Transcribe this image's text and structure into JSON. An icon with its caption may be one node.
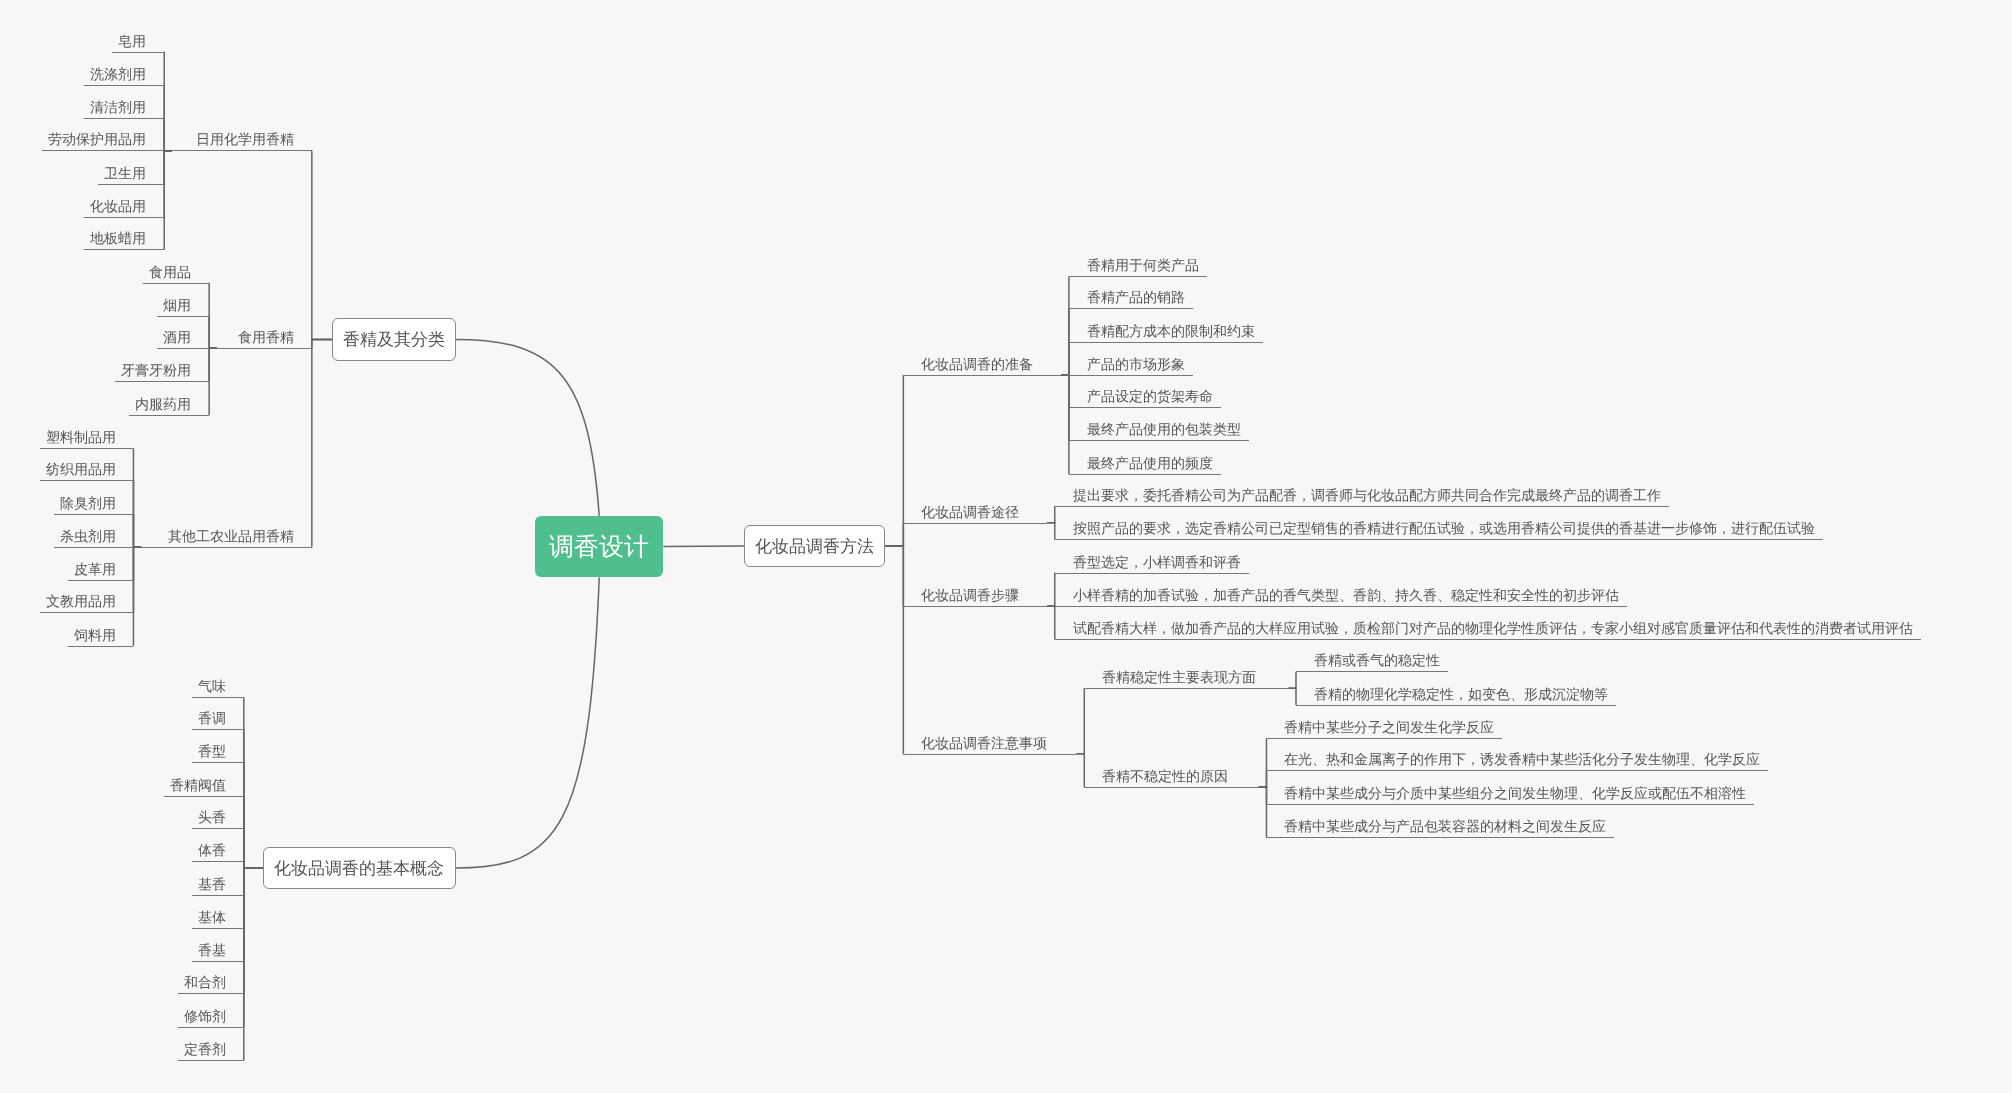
{
  "diagram": {
    "nodes": [
      {
        "text": [
          "调香设计"
        ]
      },
      {
        "text": [
          "香精及其分类"
        ]
      },
      {
        "text": [
          "日用化学用香精"
        ]
      },
      {
        "text": [
          "皂用"
        ]
      },
      {
        "text": [
          "洗涤剂用"
        ]
      },
      {
        "text": [
          "清洁剂用"
        ]
      },
      {
        "text": [
          "劳动保护用品用"
        ]
      },
      {
        "text": [
          "卫生用"
        ]
      },
      {
        "text": [
          "化妆品用"
        ]
      },
      {
        "text": [
          "地板蜡用"
        ]
      },
      {
        "text": [
          "食用香精"
        ]
      },
      {
        "text": [
          "食用品"
        ]
      },
      {
        "text": [
          "烟用"
        ]
      },
      {
        "text": [
          "酒用"
        ]
      },
      {
        "text": [
          "牙膏牙粉用"
        ]
      },
      {
        "text": [
          "内服药用"
        ]
      },
      {
        "text": [
          "其他工农业品用香精"
        ]
      },
      {
        "text": [
          "塑料制品用"
        ]
      },
      {
        "text": [
          "纺织用品用"
        ]
      },
      {
        "text": [
          "除臭剂用"
        ]
      },
      {
        "text": [
          "杀虫剂用"
        ]
      },
      {
        "text": [
          "皮革用"
        ]
      },
      {
        "text": [
          "文教用品用"
        ]
      },
      {
        "text": [
          "饲料用"
        ]
      },
      {
        "text": [
          "化妆品调香的基本概念"
        ]
      },
      {
        "text": [
          "气味"
        ]
      },
      {
        "text": [
          "香调"
        ]
      },
      {
        "text": [
          "香型"
        ]
      },
      {
        "text": [
          "香精阀值"
        ]
      },
      {
        "text": [
          "头香"
        ]
      },
      {
        "text": [
          "体香"
        ]
      },
      {
        "text": [
          "基香"
        ]
      },
      {
        "text": [
          "基体"
        ]
      },
      {
        "text": [
          "香基"
        ]
      },
      {
        "text": [
          "和合剂"
        ]
      },
      {
        "text": [
          "修饰剂"
        ]
      },
      {
        "text": [
          "定香剂"
        ]
      },
      {
        "text": [
          "化妆品调香方法"
        ]
      },
      {
        "text": [
          "化妆品调香的准备"
        ]
      },
      {
        "text": [
          "香精用于何类产品"
        ]
      },
      {
        "text": [
          "香精产品的销路"
        ]
      },
      {
        "text": [
          "香精配方成本的限制和约束"
        ]
      },
      {
        "text": [
          "产品的市场形象"
        ]
      },
      {
        "text": [
          "产品设定的货架寿命"
        ]
      },
      {
        "text": [
          "最终产品使用的包装类型"
        ]
      },
      {
        "text": [
          "最终产品使用的频度"
        ]
      },
      {
        "text": [
          "化妆品调香途径"
        ]
      },
      {
        "text": [
          "提出要求，委托香精公司为产品配香，调香师与化妆品配方师共同合作完成最终产品的调香工作"
        ]
      },
      {
        "text": [
          "按照产品的要求，选定香精公司已定型销售的香精进行配伍试验，或选用香精公司提供的香基进一步修饰，进行配伍试验"
        ]
      },
      {
        "text": [
          "化妆品调香步骤"
        ]
      },
      {
        "text": [
          "香型选定，小样调香和评香"
        ]
      },
      {
        "text": [
          "小样香精的加香试验，加香产品的香气类型、香韵、持久香、稳定性和安全性的初步评估"
        ]
      },
      {
        "text": [
          "试配香精大样，做加香产品的大样应用试验，质检部门对产品的物理化学性质评估，专家小组对感官质量评估和代表性的消费者试用评估"
        ]
      },
      {
        "text": [
          "化妆品调香注意事项"
        ]
      },
      {
        "text": [
          "香精稳定性主要表现方面"
        ]
      },
      {
        "text": [
          "香精或香气的稳定性"
        ]
      },
      {
        "text": [
          "香精的物理化学稳定性，如变色、形成沉淀物等"
        ]
      },
      {
        "text": [
          "香精不稳定性的原因"
        ]
      },
      {
        "text": [
          "香精中某些分子之间发生化学反应"
        ]
      },
      {
        "text": [
          "在光、热和金属离子的作用下，诱发香精中某些活化分子发生物理、化学反应"
        ]
      },
      {
        "text": [
          "香精中某些成分与介质中某些组分之间发生物理、化学反应或配伍不相溶性"
        ]
      },
      {
        "text": [
          "香精中某些成分与产品包装容器的材料之间发生反应"
        ]
      }
    ],
    "edges": [
      {
        "from": 0,
        "to": 1,
        "arrow": "none"
      },
      {
        "from": 1,
        "to": 2,
        "arrow": "none"
      },
      {
        "from": 2,
        "to": 3,
        "arrow": "none"
      },
      {
        "from": 2,
        "to": 4,
        "arrow": "none"
      },
      {
        "from": 2,
        "to": 5,
        "arrow": "none"
      },
      {
        "from": 2,
        "to": 6,
        "arrow": "none"
      },
      {
        "from": 2,
        "to": 7,
        "arrow": "none"
      },
      {
        "from": 2,
        "to": 8,
        "arrow": "none"
      },
      {
        "from": 2,
        "to": 9,
        "arrow": "none"
      },
      {
        "from": 1,
        "to": 10,
        "arrow": "none"
      },
      {
        "from": 10,
        "to": 11,
        "arrow": "none"
      },
      {
        "from": 10,
        "to": 12,
        "arrow": "none"
      },
      {
        "from": 10,
        "to": 13,
        "arrow": "none"
      },
      {
        "from": 10,
        "to": 14,
        "arrow": "none"
      },
      {
        "from": 10,
        "to": 15,
        "arrow": "none"
      },
      {
        "from": 1,
        "to": 16,
        "arrow": "none"
      },
      {
        "from": 16,
        "to": 17,
        "arrow": "none"
      },
      {
        "from": 16,
        "to": 18,
        "arrow": "none"
      },
      {
        "from": 16,
        "to": 19,
        "arrow": "none"
      },
      {
        "from": 16,
        "to": 20,
        "arrow": "none"
      },
      {
        "from": 16,
        "to": 21,
        "arrow": "none"
      },
      {
        "from": 16,
        "to": 22,
        "arrow": "none"
      },
      {
        "from": 16,
        "to": 23,
        "arrow": "none"
      },
      {
        "from": 0,
        "to": 24,
        "arrow": "none"
      },
      {
        "from": 24,
        "to": 25,
        "arrow": "none"
      },
      {
        "from": 24,
        "to": 26,
        "arrow": "none"
      },
      {
        "from": 24,
        "to": 27,
        "arrow": "none"
      },
      {
        "from": 24,
        "to": 28,
        "arrow": "none"
      },
      {
        "from": 24,
        "to": 29,
        "arrow": "none"
      },
      {
        "from": 24,
        "to": 30,
        "arrow": "none"
      },
      {
        "from": 24,
        "to": 31,
        "arrow": "none"
      },
      {
        "from": 24,
        "to": 32,
        "arrow": "none"
      },
      {
        "from": 24,
        "to": 33,
        "arrow": "none"
      },
      {
        "from": 24,
        "to": 34,
        "arrow": "none"
      },
      {
        "from": 24,
        "to": 35,
        "arrow": "none"
      },
      {
        "from": 24,
        "to": 36,
        "arrow": "none"
      },
      {
        "from": 0,
        "to": 37,
        "arrow": "none"
      },
      {
        "from": 37,
        "to": 38,
        "arrow": "none"
      },
      {
        "from": 38,
        "to": 39,
        "arrow": "none"
      },
      {
        "from": 38,
        "to": 40,
        "arrow": "none"
      },
      {
        "from": 38,
        "to": 41,
        "arrow": "none"
      },
      {
        "from": 38,
        "to": 42,
        "arrow": "none"
      },
      {
        "from": 38,
        "to": 43,
        "arrow": "none"
      },
      {
        "from": 38,
        "to": 44,
        "arrow": "none"
      },
      {
        "from": 38,
        "to": 45,
        "arrow": "none"
      },
      {
        "from": 37,
        "to": 46,
        "arrow": "none"
      },
      {
        "from": 46,
        "to": 47,
        "arrow": "none"
      },
      {
        "from": 46,
        "to": 48,
        "arrow": "none"
      },
      {
        "from": 37,
        "to": 49,
        "arrow": "none"
      },
      {
        "from": 49,
        "to": 50,
        "arrow": "none"
      },
      {
        "from": 49,
        "to": 51,
        "arrow": "none"
      },
      {
        "from": 49,
        "to": 52,
        "arrow": "none"
      },
      {
        "from": 37,
        "to": 53,
        "arrow": "none"
      },
      {
        "from": 53,
        "to": 54,
        "arrow": "none"
      },
      {
        "from": 54,
        "to": 55,
        "arrow": "none"
      },
      {
        "from": 54,
        "to": 56,
        "arrow": "none"
      },
      {
        "from": 53,
        "to": 57,
        "arrow": "none"
      },
      {
        "from": 57,
        "to": 58,
        "arrow": "none"
      },
      {
        "from": 57,
        "to": 59,
        "arrow": "none"
      },
      {
        "from": 57,
        "to": 60,
        "arrow": "none"
      },
      {
        "from": 57,
        "to": 61,
        "arrow": "none"
      }
    ]
  }
}
